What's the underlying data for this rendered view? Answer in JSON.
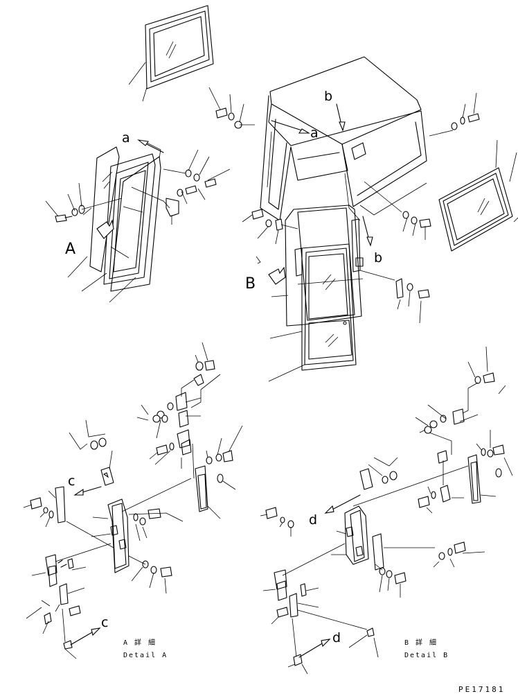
{
  "labels": {
    "view_a": "A",
    "view_b": "B",
    "ref_a_left": "a",
    "ref_a_right": "a",
    "ref_b_top": "b",
    "ref_b_right": "b",
    "ref_c_upper": "c",
    "ref_c_lower": "c",
    "ref_d_upper": "d",
    "ref_d_lower": "d"
  },
  "details": {
    "a_jp": "A 詳 細",
    "a_en": "Detail A",
    "b_jp": "B 詳 細",
    "b_en": "Detail B"
  },
  "drawing_code": "PE17181"
}
